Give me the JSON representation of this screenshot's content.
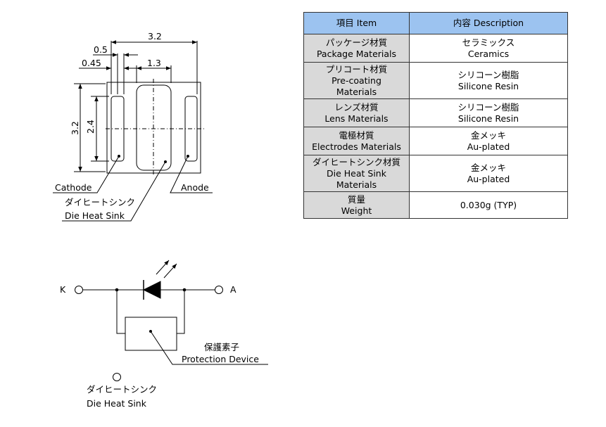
{
  "dimensions": {
    "width_total": "3.2",
    "pad_offset": "0.5",
    "pad_width": "0.45",
    "heatsink_width": "1.3",
    "height_total": "3.2",
    "height_inner": "2.4"
  },
  "labels": {
    "cathode": "Cathode",
    "anode": "Anode",
    "die_heat_sink_jp": "ダイヒートシンク",
    "die_heat_sink_en": "Die Heat Sink"
  },
  "table": {
    "header": {
      "item": "項目 Item",
      "description": "内容 Description"
    },
    "rows": [
      {
        "item": [
          "パッケージ材質",
          "Package Materials"
        ],
        "description": [
          "セラミックス",
          "Ceramics"
        ]
      },
      {
        "item": [
          "プリコート材質",
          "Pre-coating",
          "Materials"
        ],
        "description": [
          "シリコーン樹脂",
          "Silicone Resin"
        ]
      },
      {
        "item": [
          "レンズ材質",
          "Lens Materials"
        ],
        "description": [
          "シリコーン樹脂",
          "Silicone Resin"
        ]
      },
      {
        "item": [
          "電極材質",
          "Electrodes Materials"
        ],
        "description": [
          "金メッキ",
          "Au-plated"
        ]
      },
      {
        "item": [
          "ダイヒートシンク材質",
          "Die Heat Sink",
          "Materials"
        ],
        "description": [
          "金メッキ",
          "Au-plated"
        ]
      },
      {
        "item": [
          "質量",
          "Weight"
        ],
        "description": [
          "0.030g (TYP)"
        ]
      }
    ]
  },
  "circuit": {
    "k_label": "K",
    "a_label": "A",
    "protection_jp": "保護素子",
    "protection_en": "Protection Device",
    "heatsink_jp": "ダイヒートシンク",
    "heatsink_en": "Die Heat Sink"
  }
}
